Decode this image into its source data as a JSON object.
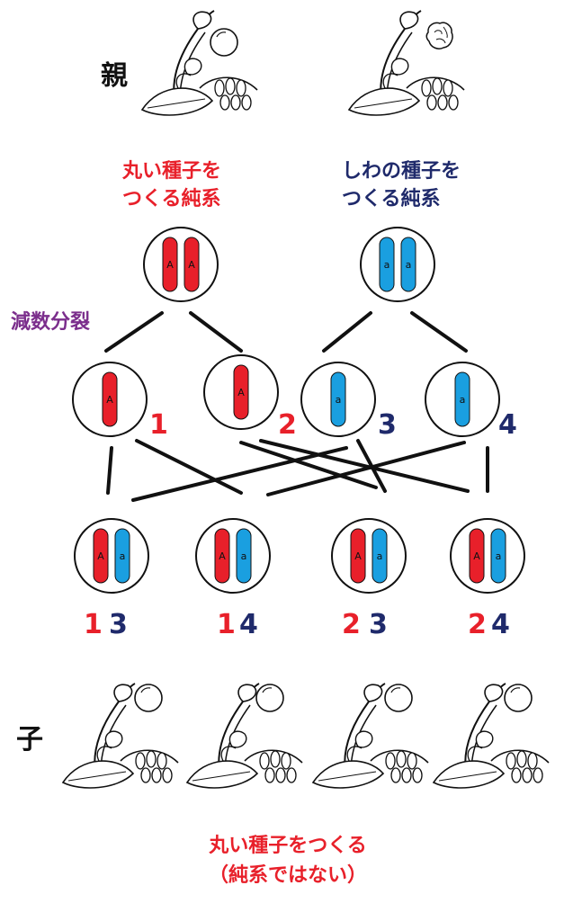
{
  "labels": {
    "parent": "親",
    "child": "子",
    "meiosis": "減数分裂",
    "round_parent_line1": "丸い種子を",
    "round_parent_line2": "つくる純系",
    "wrinkled_parent_line1": "しわの種子を",
    "wrinkled_parent_line2": "つくる純系",
    "offspring_line1": "丸い種子をつくる",
    "offspring_line2": "（純系ではない）"
  },
  "colors": {
    "dominant": "#e8202a",
    "recessive": "#1a9fe0",
    "dominant_text": "#e8202a",
    "recessive_text": "#1f2a6b",
    "meiosis_text": "#7b2e8c",
    "line": "#111111"
  },
  "parents": [
    {
      "alleles": [
        "A",
        "A"
      ],
      "seed": "round"
    },
    {
      "alleles": [
        "a",
        "a"
      ],
      "seed": "wrinkled"
    }
  ],
  "gametes": [
    {
      "allele": "A",
      "number": "1"
    },
    {
      "allele": "A",
      "number": "2"
    },
    {
      "allele": "a",
      "number": "3"
    },
    {
      "allele": "a",
      "number": "4"
    }
  ],
  "offspring": [
    {
      "alleles": [
        "A",
        "a"
      ],
      "numbers": [
        "1",
        "3"
      ]
    },
    {
      "alleles": [
        "A",
        "a"
      ],
      "numbers": [
        "1",
        "4"
      ]
    },
    {
      "alleles": [
        "A",
        "a"
      ],
      "numbers": [
        "2",
        "3"
      ]
    },
    {
      "alleles": [
        "A",
        "a"
      ],
      "numbers": [
        "2",
        "4"
      ]
    }
  ]
}
